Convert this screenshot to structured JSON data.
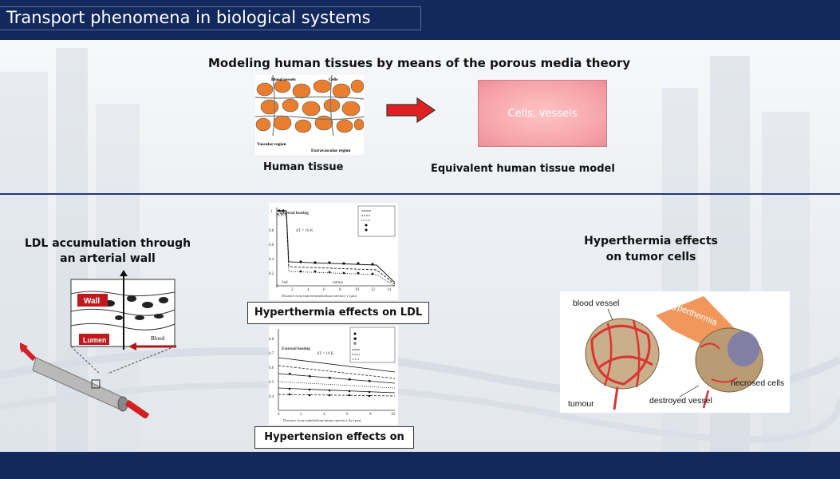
{
  "header": {
    "title": "Transport phenomena in biological systems"
  },
  "top_section": {
    "heading": "Modeling human tissues by means of the porous media theory",
    "tissue_caption": "Human tissue",
    "model_caption": "Equivalent human tissue model",
    "model_box_text": "Cells, vessels",
    "tissue_labels": {
      "blood_vessels": "Blood vessels",
      "cells": "Cells",
      "vascular": "Vascular region",
      "extravascular": "Extravascular region"
    }
  },
  "left_panel": {
    "heading_line1": "LDL accumulation through",
    "heading_line2": "an arterial wall",
    "wall_label": "Wall",
    "lumen_label": "Lumen",
    "blood_label": "Blood"
  },
  "middle_panel": {
    "top_chart_caption": "Hyperthermia effects on LDL",
    "bottom_chart_caption": "Hypertension effects on LDL",
    "top_chart": {
      "legend_title": "External heating",
      "x_label": "Distance from lumen/endothelium interface y (µm)",
      "region_1": "2nd",
      "region_2": "intima",
      "dT": "ΔT = 10 K",
      "x_ticks": [
        "0",
        "2",
        "4",
        "6",
        "8",
        "10",
        "12",
        "14"
      ],
      "y_ticks": [
        "0.2",
        "0.4",
        "0.6",
        "0.8",
        "1"
      ]
    },
    "bottom_chart": {
      "legend_title": "External heating",
      "x_label": "Distance from endothelium/intima interface Δy (µm)",
      "dT": "ΔT = 10 K",
      "x_ticks": [
        "0",
        "2",
        "4",
        "6",
        "8",
        "10"
      ],
      "y_ticks": [
        "0.4",
        "0.5",
        "0.6",
        "0.7",
        "0.8"
      ]
    }
  },
  "right_panel": {
    "heading_line1": "Hyperthermia effects",
    "heading_line2": "on tumor cells",
    "labels": {
      "blood_vessel": "blood vessel",
      "hyperthermia": "Hyperthermia",
      "tumour": "tumour",
      "destroyed_vessel": "destroyed vessel",
      "necrosed_cells": "necrosed cells"
    }
  },
  "colors": {
    "navy": "#13285c",
    "divider": "#1e3a78",
    "arrow_red": "#e02020",
    "tissue_pink": "#f6a3a8"
  }
}
